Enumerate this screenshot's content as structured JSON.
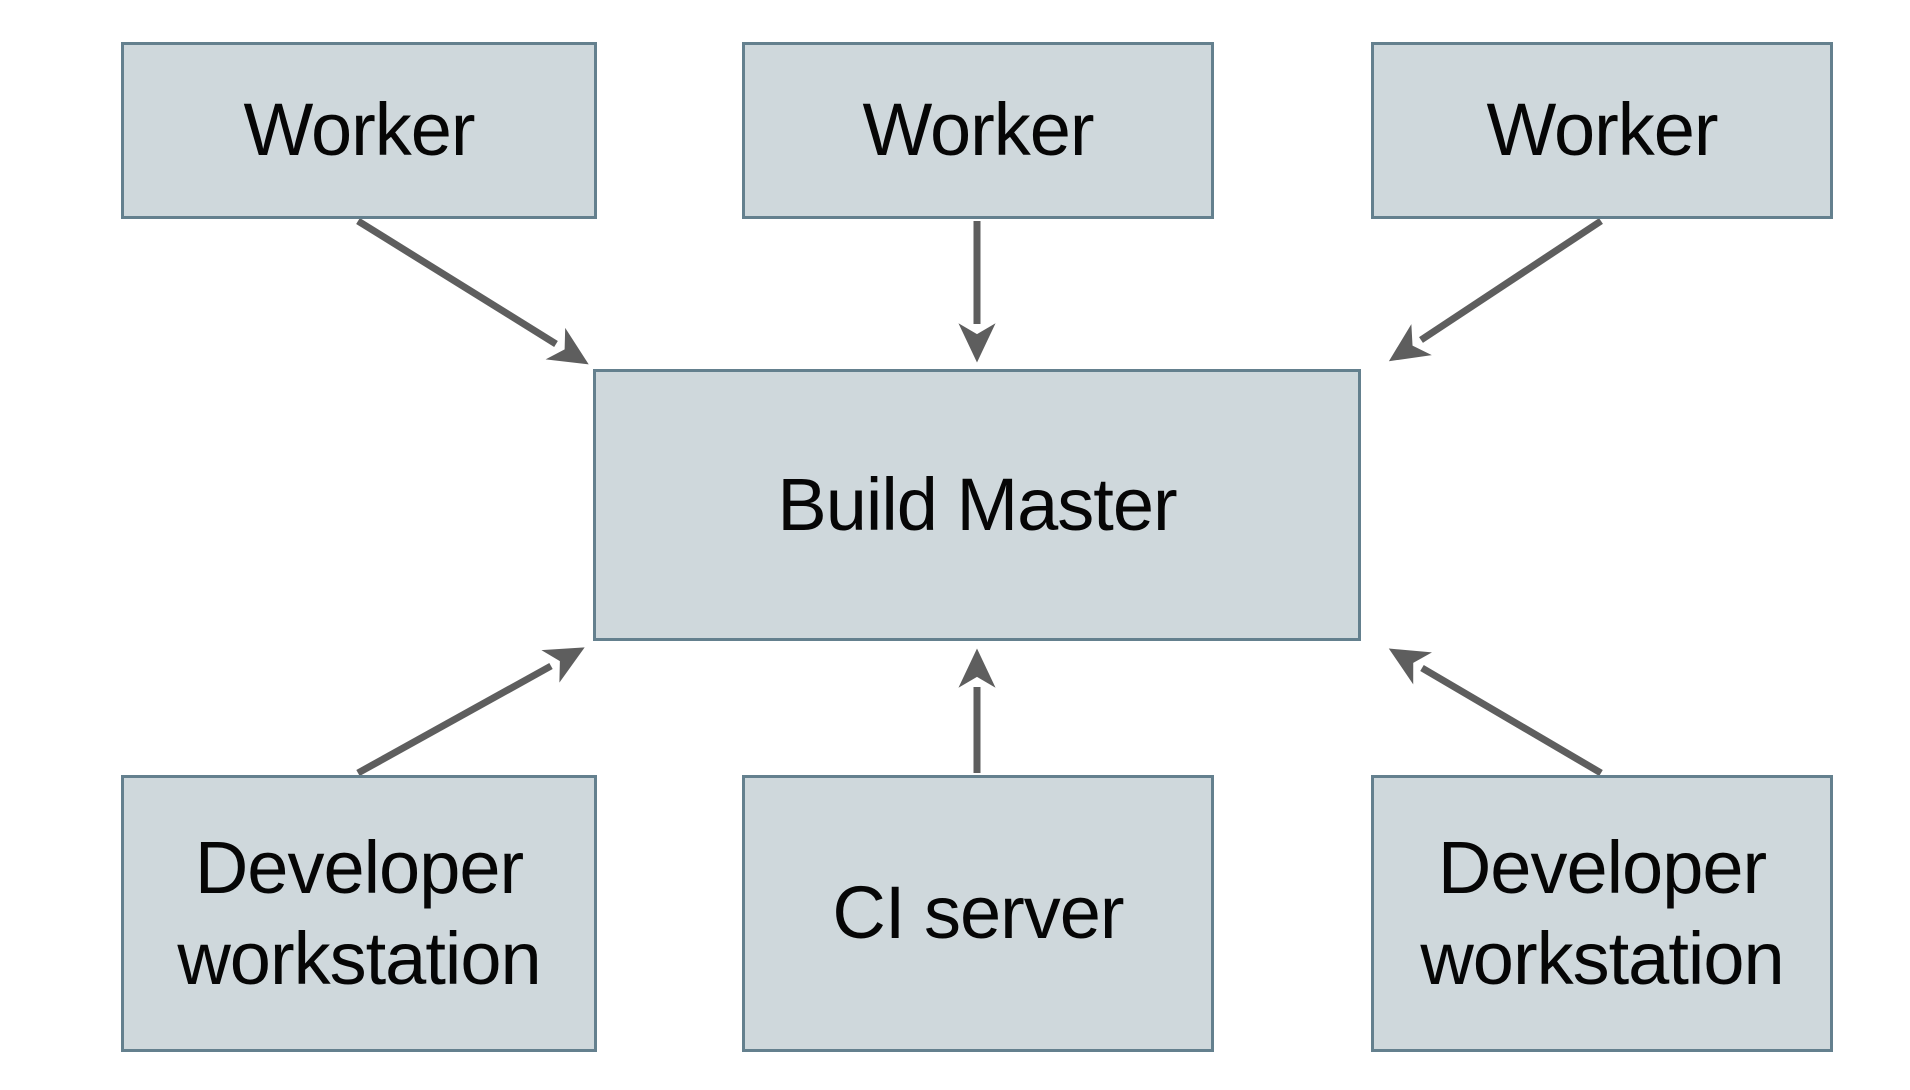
{
  "diagram": {
    "nodes": {
      "worker1": {
        "label": "Worker"
      },
      "worker2": {
        "label": "Worker"
      },
      "worker3": {
        "label": "Worker"
      },
      "build_master": {
        "label": "Build Master"
      },
      "dev_left": {
        "label": "Developer workstation"
      },
      "ci_server": {
        "label": "CI server"
      },
      "dev_right": {
        "label": "Developer workstation"
      }
    },
    "edges": [
      {
        "from": "worker1",
        "to": "build_master"
      },
      {
        "from": "worker2",
        "to": "build_master"
      },
      {
        "from": "worker3",
        "to": "build_master"
      },
      {
        "from": "dev_left",
        "to": "build_master"
      },
      {
        "from": "ci_server",
        "to": "build_master"
      },
      {
        "from": "dev_right",
        "to": "build_master"
      }
    ],
    "colors": {
      "node_fill": "#cfd8dc",
      "node_border": "#64808e",
      "arrow": "#5e5e5e",
      "text": "#060606",
      "background": "#ffffff"
    }
  }
}
